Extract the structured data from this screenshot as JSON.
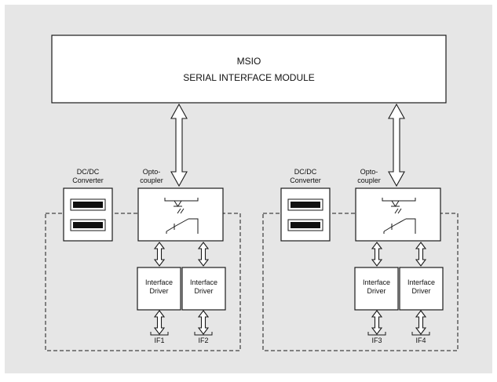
{
  "colors": {
    "background": "#e6e6e6",
    "line": "#1a1a1a",
    "box_fill": "#ffffff"
  },
  "module": {
    "title": "MSIO",
    "subtitle": "SERIAL INTERFACE MODULE"
  },
  "groups": [
    {
      "dcdc_label": [
        "DC/DC",
        "Converter"
      ],
      "opto_label": [
        "Opto-",
        "coupler"
      ],
      "drivers": [
        {
          "label": [
            "Interface",
            "Driver"
          ],
          "port": "IF1"
        },
        {
          "label": [
            "Interface",
            "Driver"
          ],
          "port": "IF2"
        }
      ]
    },
    {
      "dcdc_label": [
        "DC/DC",
        "Converter"
      ],
      "opto_label": [
        "Opto-",
        "coupler"
      ],
      "drivers": [
        {
          "label": [
            "Interface",
            "Driver"
          ],
          "port": "IF3"
        },
        {
          "label": [
            "Interface",
            "Driver"
          ],
          "port": "IF4"
        }
      ]
    }
  ],
  "icons": [
    "optocoupler-symbol-icon",
    "transformer-coil-icon",
    "double-arrow-icon",
    "port-connector-icon"
  ]
}
